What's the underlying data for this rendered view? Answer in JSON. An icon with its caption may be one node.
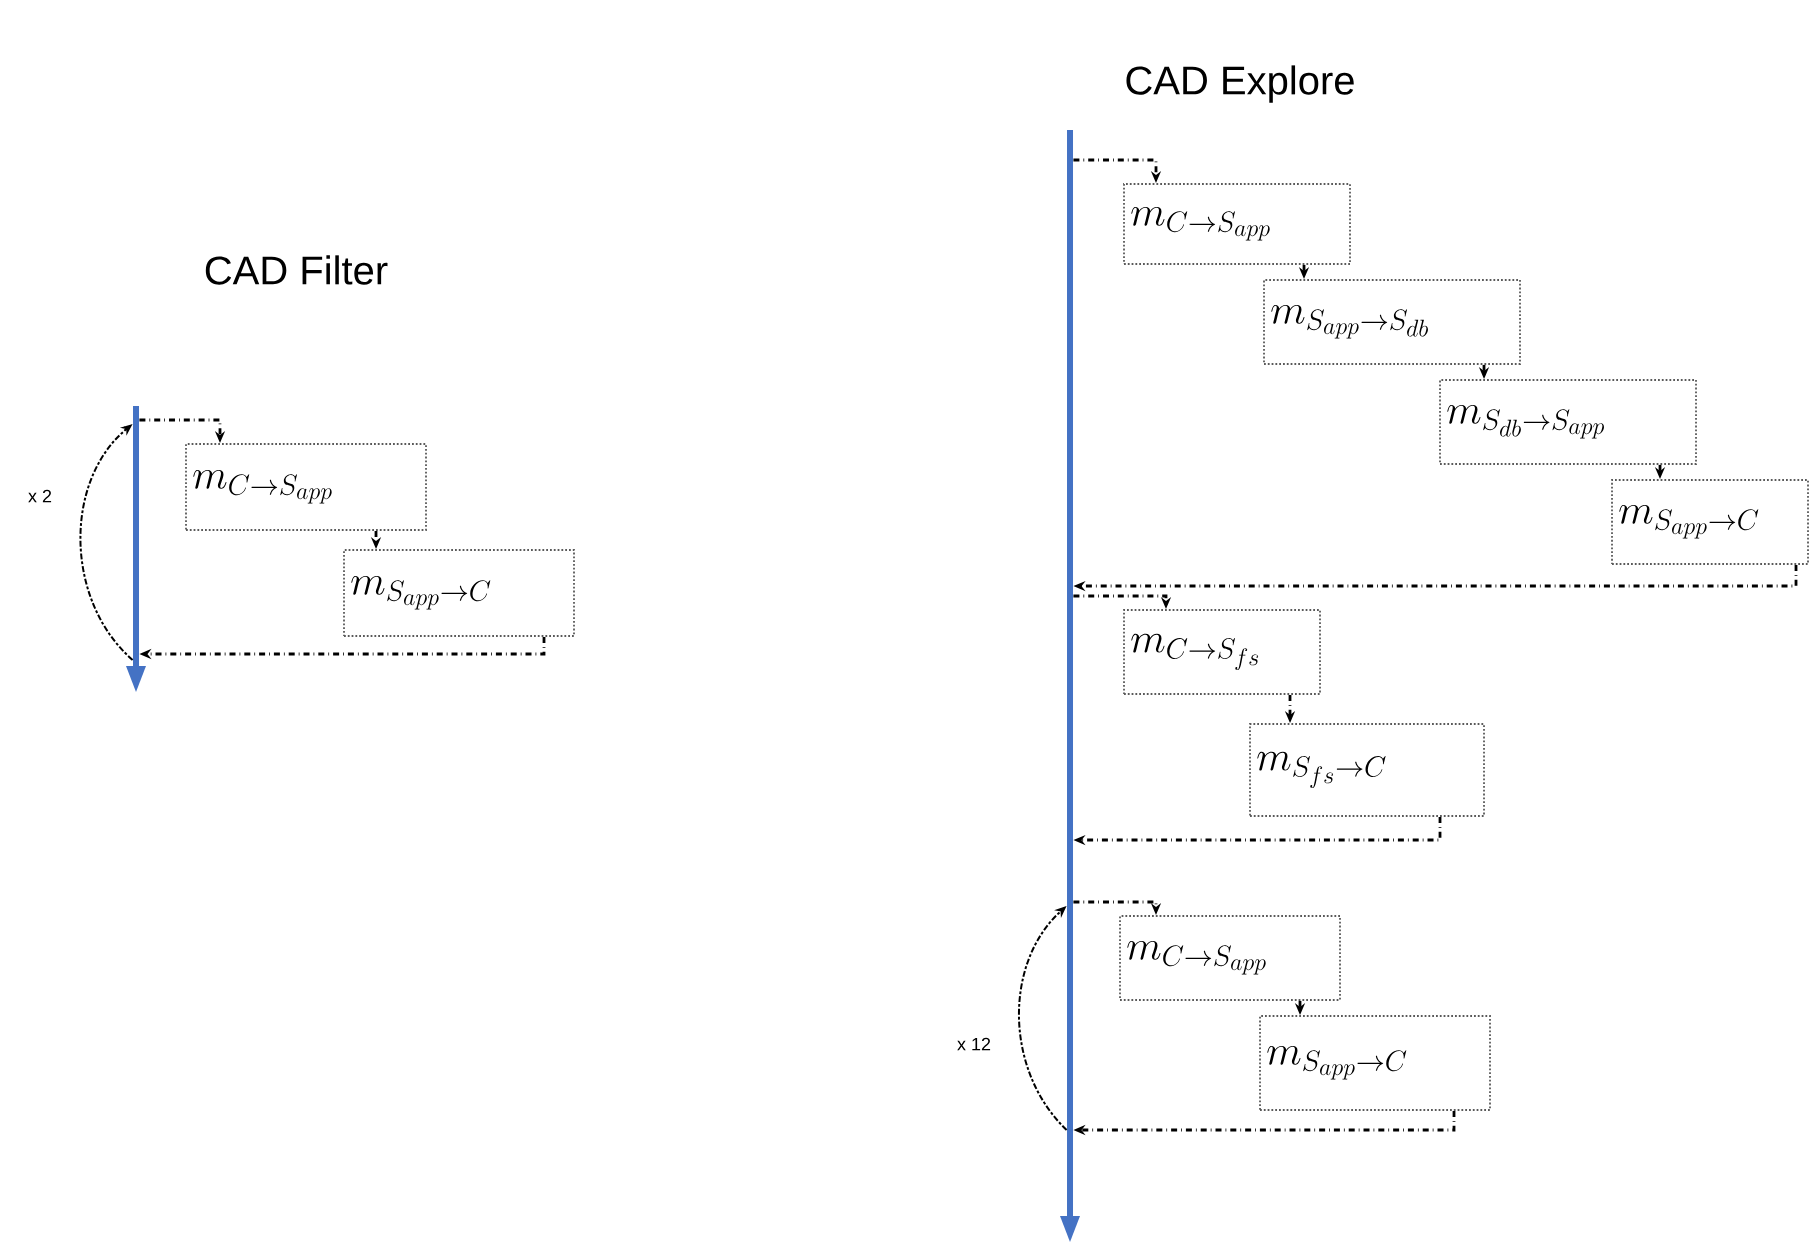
{
  "diagram": {
    "nodes": [
      {
        "text": [],
        "shape": "bar"
      },
      {
        "text": [
          "m_{C \\rightarrow S_{app}}"
        ]
      },
      {
        "text": [
          "m_{S_{app} \\rightarrow C}"
        ]
      },
      {
        "text": [],
        "shape": "bar"
      },
      {
        "text": [
          "m_{C \\rightarrow S_{app}}"
        ]
      },
      {
        "text": [
          "m_{S_{app} \\rightarrow S_{db}}"
        ]
      },
      {
        "text": [
          "m_{S_{db} \\rightarrow S_{app}}"
        ]
      },
      {
        "text": [
          "m_{S_{app} \\rightarrow C}"
        ]
      },
      {
        "text": [
          "m_{C \\rightarrow S_{fs}}"
        ]
      },
      {
        "text": [
          "m_{S_{fs} \\rightarrow C}"
        ]
      },
      {
        "text": [
          "m_{C \\rightarrow S_{app}}"
        ]
      },
      {
        "text": [
          "m_{S_{app} \\rightarrow C}"
        ]
      }
    ],
    "edges": [
      {
        "from": 0,
        "to": 1,
        "arrow": "to"
      },
      {
        "from": 1,
        "to": 2,
        "arrow": "to"
      },
      {
        "from": 2,
        "to": 0,
        "arrow": "to"
      },
      {
        "from": 3,
        "to": 4,
        "arrow": "to"
      },
      {
        "from": 4,
        "to": 5,
        "arrow": "to"
      },
      {
        "from": 5,
        "to": 6,
        "arrow": "to"
      },
      {
        "from": 6,
        "to": 7,
        "arrow": "to"
      },
      {
        "from": 7,
        "to": 3,
        "arrow": "to"
      },
      {
        "from": 3,
        "to": 8,
        "arrow": "to"
      },
      {
        "from": 8,
        "to": 9,
        "arrow": "to"
      },
      {
        "from": 9,
        "to": 3,
        "arrow": "to"
      },
      {
        "from": 3,
        "to": 10,
        "arrow": "to"
      },
      {
        "from": 10,
        "to": 11,
        "arrow": "to"
      },
      {
        "from": 11,
        "to": 3,
        "arrow": "to"
      },
      {
        "from": 0,
        "to": 0,
        "arrow": "to",
        "label": "x 2",
        "style": "dashed"
      },
      {
        "from": 3,
        "to": 3,
        "arrow": "to",
        "label": "x 12",
        "style": "dashed"
      }
    ],
    "labels": [
      "CAD Explore",
      "CAD Filter"
    ]
  }
}
